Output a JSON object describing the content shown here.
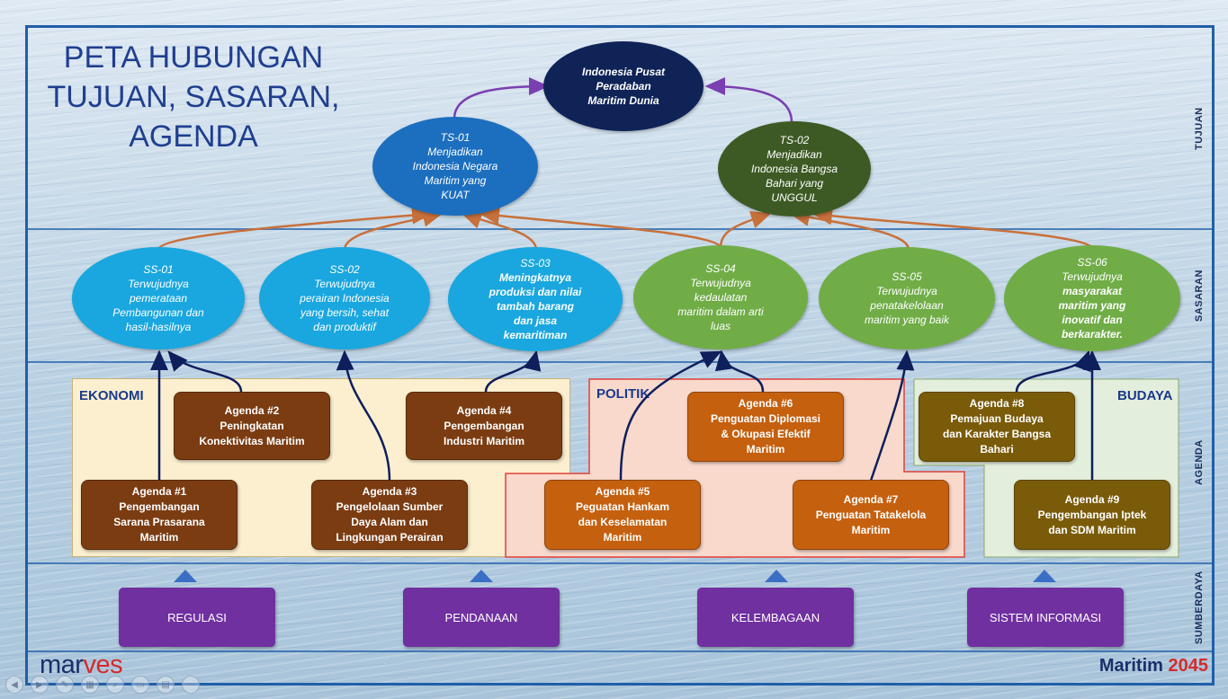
{
  "title": [
    "PETA HUBUNGAN",
    "TUJUAN, SASARAN,",
    "AGENDA"
  ],
  "bands": {
    "tujuan": "TUJUAN",
    "sasaran": "SASARAN",
    "agenda": "AGENDA",
    "sumberdaya": "SUMBERDAYA"
  },
  "vision": [
    "Indonesia Pusat",
    "Peradaban",
    "Maritim Dunia"
  ],
  "ts01": [
    "TS-01",
    "Menjadikan",
    "Indonesia Negara",
    "Maritim yang",
    "KUAT"
  ],
  "ts02": [
    "TS-02",
    "Menjadikan",
    "Indonesia Bangsa",
    "Bahari yang",
    "UNGGUL"
  ],
  "ss": [
    [
      "SS-01",
      "Terwujudnya",
      "pemerataan",
      "Pembangunan dan",
      "hasil-hasilnya"
    ],
    [
      "SS-02",
      "Terwujudnya",
      "perairan Indonesia",
      "yang bersih, sehat",
      "dan produktif"
    ],
    [
      "SS-03",
      "Meningkatnya",
      "produksi dan nilai",
      "tambah barang",
      "dan jasa",
      "kemaritiman"
    ],
    [
      "SS-04",
      "Terwujudnya",
      "kedaulatan",
      "maritim dalam arti",
      "luas"
    ],
    [
      "SS-05",
      "Terwujudnya",
      "penatakelolaan",
      "maritim yang baik"
    ],
    [
      "SS-06",
      "Terwujudnya",
      "masyarakat",
      "maritim yang",
      "inovatif dan",
      "berkarakter."
    ]
  ],
  "zones": {
    "ekonomi": "EKONOMI",
    "politik": "POLITIK",
    "budaya": "BUDAYA"
  },
  "agenda": [
    [
      "Agenda #1",
      "Pengembangan",
      "Sarana Prasarana",
      "Maritim"
    ],
    [
      "Agenda #2",
      "Peningkatan",
      "Konektivitas Maritim"
    ],
    [
      "Agenda #3",
      "Pengelolaan Sumber",
      "Daya Alam dan",
      "Lingkungan Perairan"
    ],
    [
      "Agenda #4",
      "Pengembangan",
      "Industri Maritim"
    ],
    [
      "Agenda #5",
      "Peguatan Hankam",
      "dan Keselamatan",
      "Maritim"
    ],
    [
      "Agenda #6",
      "Penguatan Diplomasi",
      "& Okupasi Efektif",
      "Maritim"
    ],
    [
      "Agenda #7",
      "Penguatan Tatakelola",
      "Maritim"
    ],
    [
      "Agenda #8",
      "Pemajuan Budaya",
      "dan Karakter Bangsa",
      "Bahari"
    ],
    [
      "Agenda #9",
      "Pengembangan Iptek",
      "dan SDM Maritim"
    ]
  ],
  "resources": [
    "REGULASI",
    "PENDANAAN",
    "KELEMBAGAAN",
    "SISTEM INFORMASI"
  ],
  "logo": {
    "a": "mar",
    "b": "ves"
  },
  "brand": {
    "name": "Maritim ",
    "year": "2045"
  },
  "colors": {
    "frame": "#1f5fa8",
    "arrow_purple": "#7a3fb0",
    "arrow_orange": "#c8703a",
    "arrow_navy": "#0f1f5c"
  }
}
